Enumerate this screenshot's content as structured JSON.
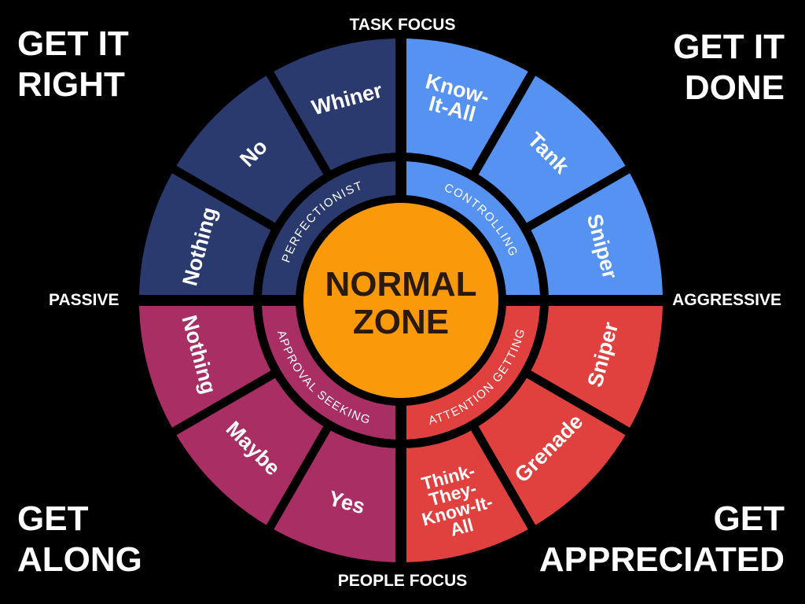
{
  "corners": {
    "top_left": [
      "GET IT",
      "RIGHT"
    ],
    "top_right": [
      "GET IT",
      "DONE"
    ],
    "bottom_left": [
      "GET",
      "ALONG"
    ],
    "bottom_right": [
      "GET",
      "APPRECIATED"
    ]
  },
  "axes": {
    "top": "TASK FOCUS",
    "bottom": "PEOPLE FOCUS",
    "left": "PASSIVE",
    "right": "AGGRESSIVE"
  },
  "center": [
    "NORMAL",
    "ZONE"
  ],
  "quadrants": [
    {
      "id": "perfectionist",
      "label": "PERFECTIONIST",
      "color": "#2b3a6e",
      "segments": [
        [
          "Nothing"
        ],
        [
          "No"
        ],
        [
          "Whiner"
        ]
      ]
    },
    {
      "id": "controlling",
      "label": "CONTROLLING",
      "color": "#5592f2",
      "segments": [
        [
          "Know-",
          "It-All"
        ],
        [
          "Tank"
        ],
        [
          "Sniper"
        ]
      ]
    },
    {
      "id": "attention-getting",
      "label": "ATTENTION GETTING",
      "color": "#e0413f",
      "segments": [
        [
          "Sniper"
        ],
        [
          "Grenade"
        ],
        [
          "Think-",
          "They-",
          "Know-It-",
          "All"
        ]
      ]
    },
    {
      "id": "approval-seeking",
      "label": "APPROVAL SEEKING",
      "color": "#a82e63",
      "segments": [
        [
          "Nothing"
        ],
        [
          "Maybe"
        ],
        [
          "Yes"
        ]
      ]
    }
  ],
  "colors": {
    "background": "#000000",
    "center_fill": "#fa9a0b",
    "center_text": "#2a1a0c",
    "text": "#ffffff"
  }
}
